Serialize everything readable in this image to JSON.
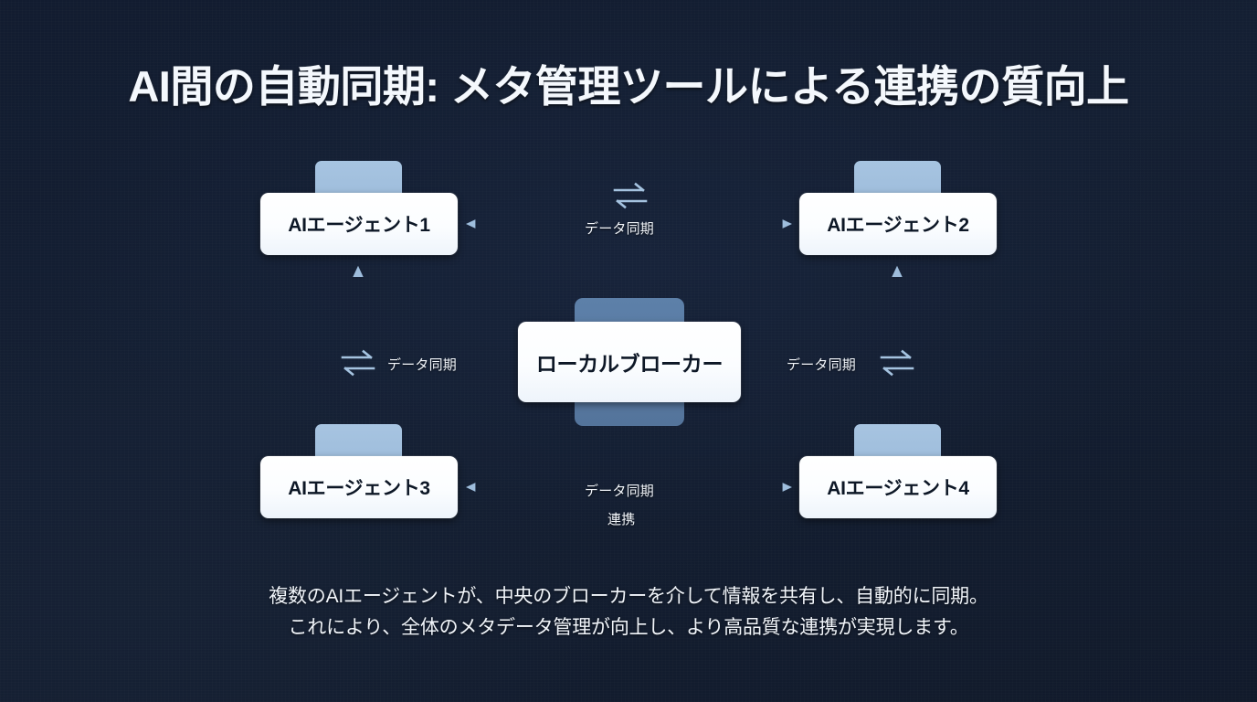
{
  "theme": {
    "background": "#141f33",
    "node_fill": "#ffffff",
    "node_text": "#0d1726",
    "tab_fill": "#9dbcdb",
    "slab_fill": "#5a7da6",
    "connector": "#8fb3d6",
    "title_text": "#f4f8fd",
    "label_text": "#f2f6fb"
  },
  "slide": {
    "title": "AI間の自動同期: メタ管理ツールによる連携の質向上"
  },
  "diagram": {
    "nodes": [
      {
        "id": "agent1",
        "label": "AIエージェント1"
      },
      {
        "id": "agent2",
        "label": "AIエージェント2"
      },
      {
        "id": "broker",
        "label": "ローカルブローカー"
      },
      {
        "id": "agent3",
        "label": "AIエージェント3"
      },
      {
        "id": "agent4",
        "label": "AIエージェント4"
      }
    ],
    "edge_labels": {
      "top": "データ同期",
      "left": "データ同期",
      "right": "データ同期",
      "bottom": "データ同期",
      "bottom_second": "連携"
    },
    "icons": {
      "sync": "sync-arrows-icon"
    }
  },
  "caption": {
    "line1": "複数のAIエージェントが、中央のブローカーを介して情報を共有し、自動的に同期。",
    "line2": "これにより、全体のメタデータ管理が向上し、より高品質な連携が実現します。"
  }
}
